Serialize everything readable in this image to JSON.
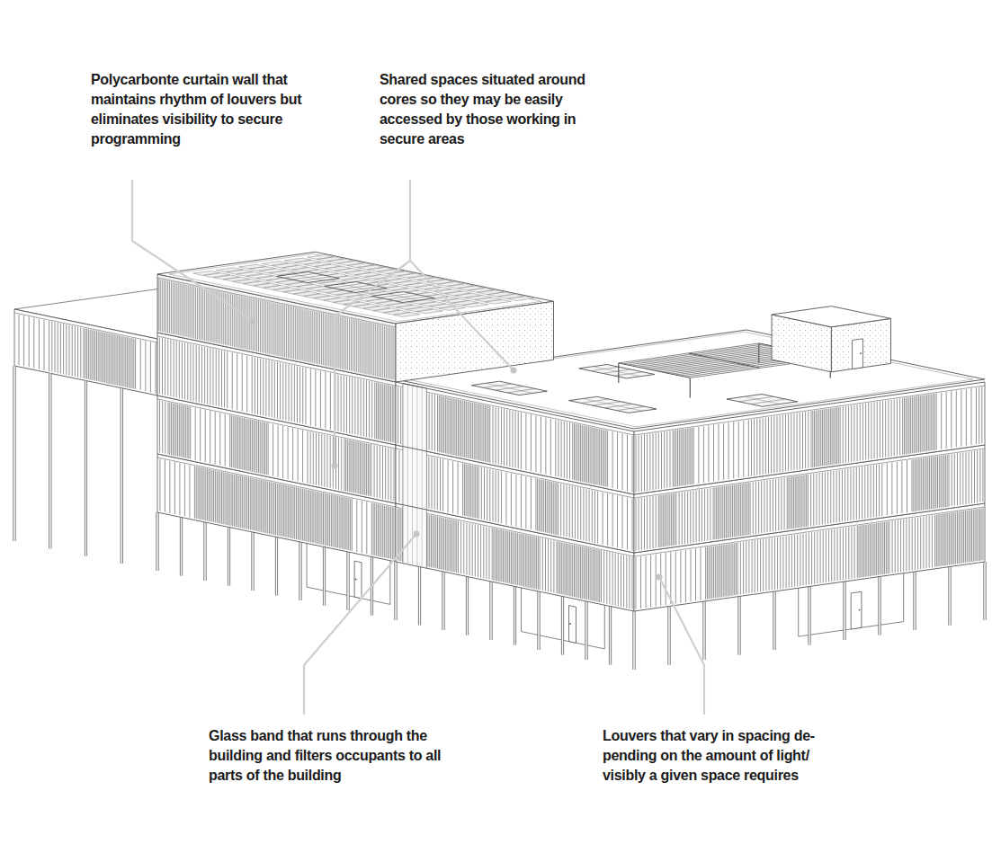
{
  "diagram": {
    "labels": [
      "Polycarbonte curtain wall that maintains rhythm of louvers but eliminates visibility to secure programming",
      "Shared spaces situated around cores so they may be easily accessed by those working in secure areas",
      "Glass band that runs through the building and filters occupants to all parts of the building",
      "Louvers that vary in spacing de- pending on the amount of light/ visibly a given space requires"
    ]
  }
}
